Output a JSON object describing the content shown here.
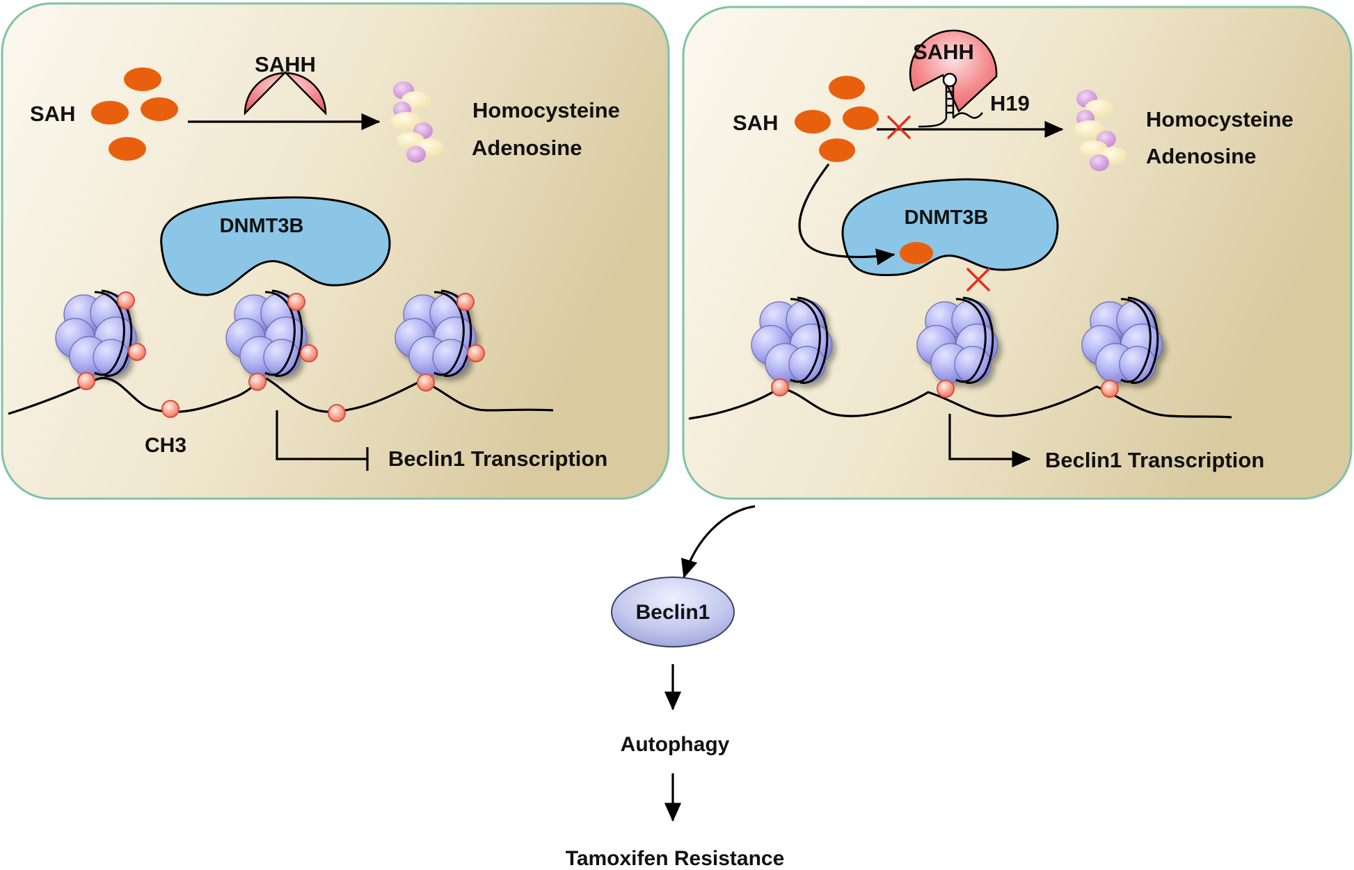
{
  "left_panel": {
    "sah_label": "SAH",
    "enzyme_label": "SAHH",
    "product_1": "Homocysteine",
    "product_2": "Adenosine",
    "dnmt_label": "DNMT3B",
    "methyl_label": "CH3",
    "transcription_label": "Beclin1 Transcription",
    "transcription_state": "repressed"
  },
  "right_panel": {
    "sah_label": "SAH",
    "enzyme_label": "SAHH",
    "lncrna_label": "H19",
    "product_1": "Homocysteine",
    "product_2": "Adenosine",
    "dnmt_label": "DNMT3B",
    "transcription_label": "Beclin1 Transcription",
    "transcription_state": "activated"
  },
  "pathway": {
    "protein_label": "Beclin1",
    "step_2": "Autophagy",
    "step_3": "Tamoxifen Resistance"
  },
  "colors": {
    "panel_border": "#7fc2a6",
    "panel_fill_start": "#fbf8ef",
    "panel_fill_end": "#ddcfa3",
    "sah": "#e8600e",
    "sahh": "#f07a7f",
    "dnmt3b": "#8cc6e6",
    "nucleosome": "#a8aaf0",
    "methyl": "#f28a78",
    "inhibition_x": "#e0301e"
  }
}
